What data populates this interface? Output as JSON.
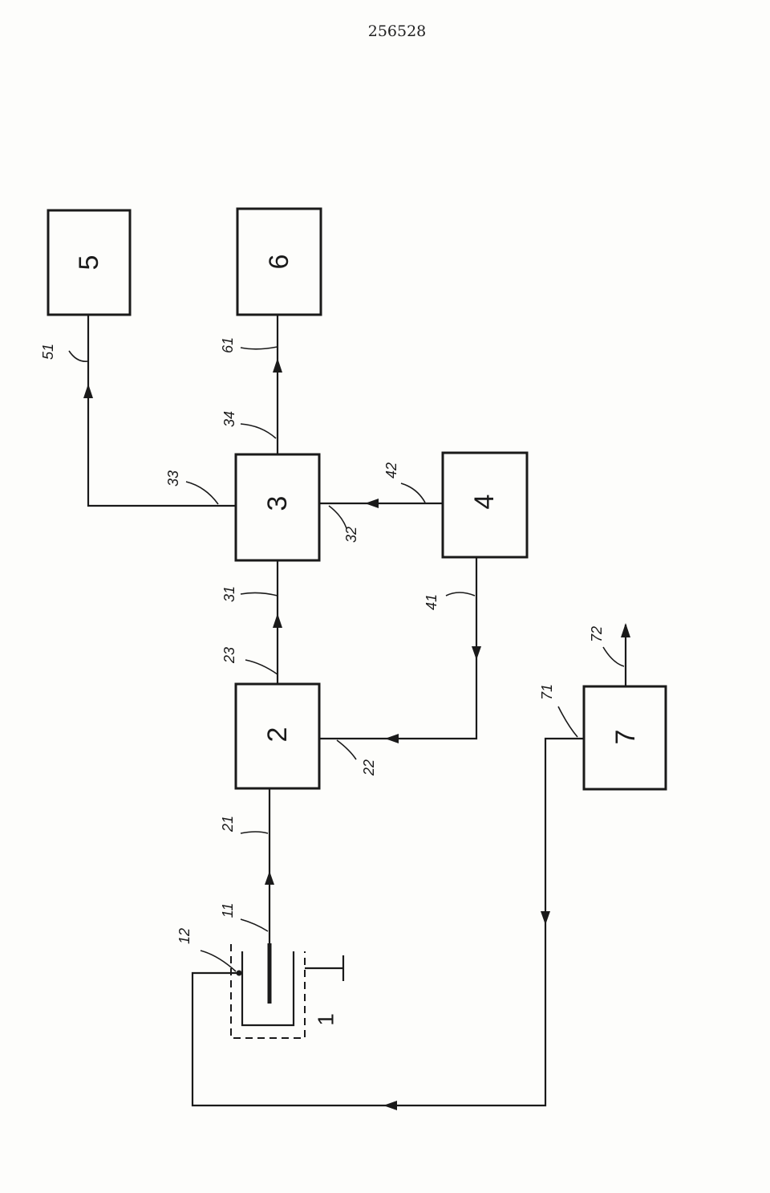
{
  "document_number": "256528",
  "blocks": {
    "b1": "1",
    "b2": "2",
    "b3": "3",
    "b4": "4",
    "b5": "5",
    "b6": "6",
    "b7": "7"
  },
  "references": {
    "r11": "11",
    "r12": "12",
    "r21": "21",
    "r22": "22",
    "r23": "23",
    "r31": "31",
    "r32": "32",
    "r33": "33",
    "r34": "34",
    "r41": "41",
    "r42": "42",
    "r51": "51",
    "r61": "61",
    "r71": "71",
    "r72": "72"
  }
}
